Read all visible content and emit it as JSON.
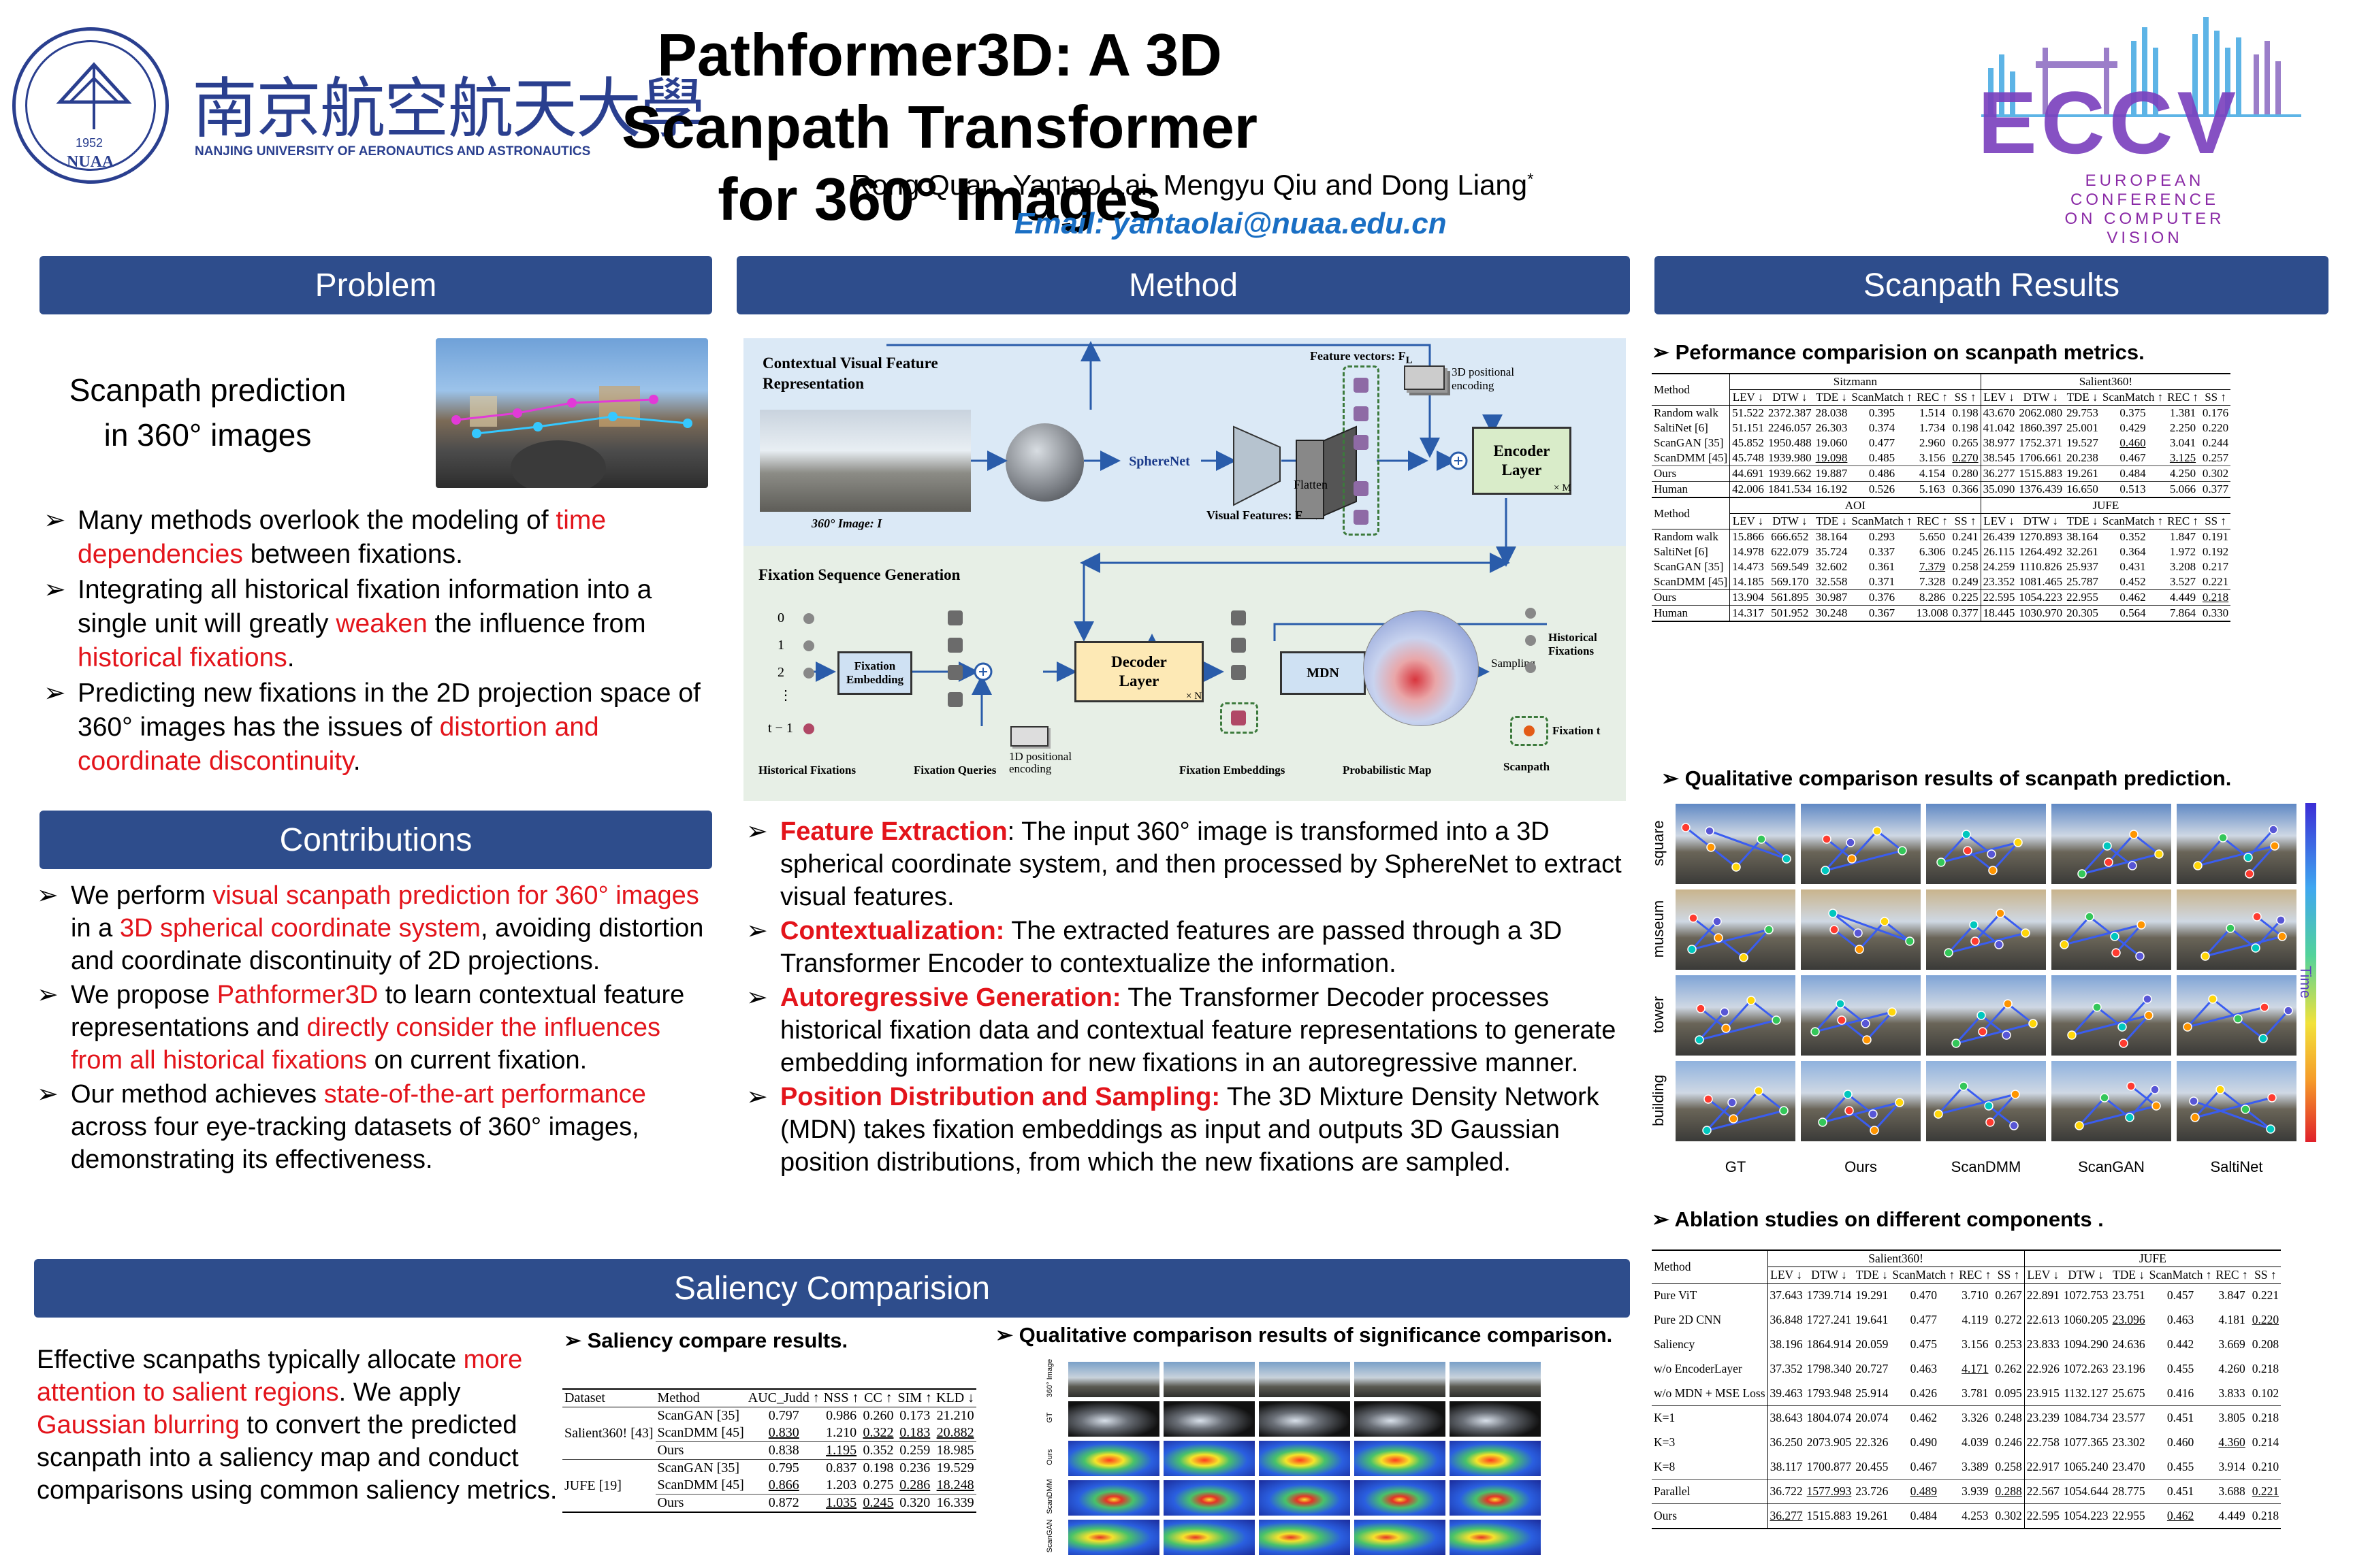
{
  "header": {
    "title_line1": "Pathformer3D: A 3D Scanpath Transformer",
    "title_line2": "for 360° Images",
    "authors": "Rong Quan, Yantao Lai, Mengyu Qiu and Dong Liang",
    "authors_mark": "*",
    "email": "Email: yantaolai@nuaa.edu.cn",
    "university_cn": "南京航空航天大學",
    "university_en": "NANJING UNIVERSITY OF AERONAUTICS AND ASTRONAUTICS",
    "seal_text": "NUAA",
    "seal_year": "1952",
    "eccv_logo": "ECCV",
    "eccv_line1": "EUROPEAN",
    "eccv_line2": "CONFERENCE",
    "eccv_line3": "ON COMPUTER",
    "eccv_line4": "VISION"
  },
  "sections": {
    "problem": "Problem",
    "method": "Method",
    "results": "Scanpath Results",
    "contributions": "Contributions",
    "saliency": "Saliency Comparision"
  },
  "problem": {
    "caption1": "Scanpath prediction",
    "caption2": "in 360° images",
    "b1_pre": "Many methods overlook the modeling of ",
    "b1_red": "time dependencies",
    "b1_post": " between fixations.",
    "b2_pre": "Integrating all historical fixation information into a single unit will greatly ",
    "b2_red1": "weaken",
    "b2_mid": " the influence from ",
    "b2_red2": "historical fixations",
    "b2_post": ".",
    "b3_pre": "Predicting new fixations in the 2D projection space of 360° images has the issues of ",
    "b3_red": "distortion and coordinate discontinuity",
    "b3_post": "."
  },
  "contributions": {
    "c1_pre": "We perform ",
    "c1_red1": "visual scanpath prediction for 360° images",
    "c1_mid": " in a ",
    "c1_red2": "3D spherical coordinate system",
    "c1_post": ", avoiding distortion and coordinate discontinuity of 2D projections.",
    "c2_pre": "We propose ",
    "c2_red1": "Pathformer3D",
    "c2_mid": " to learn contextual feature representations and ",
    "c2_red2": "directly consider the influences from all historical fixations",
    "c2_post": " on current fixation.",
    "c3_pre": "Our method achieves ",
    "c3_red": "state-of-the-art performance",
    "c3_post": " across four eye-tracking datasets of 360° images, demonstrating its effectiveness."
  },
  "method": {
    "diagram": {
      "cvfr_title1": "Contextual Visual Feature",
      "cvfr_title2": "Representation",
      "image_label": "360° Image: I",
      "spherenet": "SphereNet",
      "flatten": "Flatten",
      "visual_features": "Visual Features: F",
      "feature_vectors": "Feature vectors: F",
      "feature_vectors_sub": "L",
      "pos3d1": "3D positional",
      "pos3d2": "encoding",
      "encoder1": "Encoder",
      "encoder2": "Layer",
      "times_m": "× M",
      "fsg_title": "Fixation Sequence Generation",
      "idx0": "0",
      "idx1": "1",
      "idx2": "2",
      "idx_dots": "⋮",
      "idx_t1": "t − 1",
      "fix_emb1": "Fixation",
      "fix_emb2": "Embedding",
      "decoder1": "Decoder",
      "decoder2": "Layer",
      "times_n": "× N",
      "mdn": "MDN",
      "sampling": "Sampling",
      "pos1d1": "1D positional",
      "pos1d2": "encoding",
      "hist_fix1": "Historical",
      "hist_fix2": "Fixations",
      "fixation_t": "Fixation  t",
      "cap_hist": "Historical Fixations",
      "cap_queries": "Fixation Queries",
      "cap_emb": "Fixation Embeddings",
      "cap_prob": "Probabilistic Map",
      "cap_scan": "Scanpath"
    },
    "items": [
      {
        "head": "Feature Extraction",
        "sep": ": ",
        "text": "The input 360° image is transformed into a 3D spherical coordinate system, and then processed by SphereNet to extract visual features."
      },
      {
        "head": "Contextualization:",
        "sep": " ",
        "text": "The extracted features are passed through a 3D Transformer Encoder to contextualize the information."
      },
      {
        "head": "Autoregressive Generation:",
        "sep": " ",
        "text": "The Transformer Decoder processes historical fixation data and contextual feature representations to generate embedding information for new fixations in an autoregressive manner."
      },
      {
        "head": "Position Distribution and Sampling:",
        "sep": " ",
        "text": "The 3D Mixture Density Network (MDN) takes fixation embeddings as input and outputs 3D Gaussian position distributions, from which the new fixations are sampled."
      }
    ]
  },
  "results": {
    "perf_title": "Peformance comparision on scanpath metrics.",
    "qual_title": "Qualitative comparison results of scanpath prediction.",
    "ablation_title": "Ablation studies on different components .",
    "metric_headers": [
      "LEV ↓",
      "DTW ↓",
      "TDE ↓",
      "ScanMatch ↑",
      "REC ↑",
      "SS ↑"
    ],
    "method_label": "Method",
    "perf_table": {
      "blocks": [
        {
          "ds_left": "Sitzmann",
          "ds_right": "Salient360!",
          "rows": [
            {
              "m": "Random walk",
              "v": [
                "51.522",
                "2372.387",
                "28.038",
                "0.395",
                "1.514",
                "0.198",
                "43.670",
                "2062.080",
                "29.753",
                "0.375",
                "1.381",
                "0.176"
              ]
            },
            {
              "m": "SaltiNet [6]",
              "v": [
                "51.151",
                "2246.057",
                "26.303",
                "0.374",
                "1.734",
                "0.198",
                "41.042",
                "1860.397",
                "25.001",
                "0.429",
                "2.250",
                "0.220"
              ]
            },
            {
              "m": "ScanGAN [35]",
              "v": [
                "45.852",
                "1950.488",
                "19.060",
                "0.477",
                "2.960",
                "0.265",
                "38.977",
                "1752.371",
                "19.527",
                "0.460",
                "3.041",
                "0.244"
              ]
            },
            {
              "m": "ScanDMM [45]",
              "v": [
                "45.748",
                "1939.980",
                "19.098",
                "0.485",
                "3.156",
                "0.270",
                "38.545",
                "1706.661",
                "20.238",
                "0.467",
                "3.125",
                "0.257"
              ]
            },
            {
              "m": "Ours",
              "v": [
                "44.691",
                "1939.662",
                "19.887",
                "0.486",
                "4.154",
                "0.280",
                "36.277",
                "1515.883",
                "19.261",
                "0.484",
                "4.250",
                "0.302"
              ]
            },
            {
              "m": "Human",
              "v": [
                "42.006",
                "1841.534",
                "16.192",
                "0.526",
                "5.163",
                "0.366",
                "35.090",
                "1376.439",
                "16.650",
                "0.513",
                "5.066",
                "0.377"
              ]
            }
          ],
          "bold": {
            "2": [
              2
            ],
            "4": [
              0,
              1,
              3,
              4,
              5,
              6,
              7,
              8,
              9,
              10,
              11
            ]
          },
          "under": {
            "2": [
              9
            ],
            "3": [
              2,
              5,
              10
            ]
          }
        },
        {
          "ds_left": "AOI",
          "ds_right": "JUFE",
          "rows": [
            {
              "m": "Random walk",
              "v": [
                "15.866",
                "666.652",
                "38.164",
                "0.293",
                "5.650",
                "0.241",
                "26.439",
                "1270.893",
                "38.164",
                "0.352",
                "1.847",
                "0.191"
              ]
            },
            {
              "m": "SaltiNet [6]",
              "v": [
                "14.978",
                "622.079",
                "35.724",
                "0.337",
                "6.306",
                "0.245",
                "26.115",
                "1264.492",
                "32.261",
                "0.364",
                "1.972",
                "0.192"
              ]
            },
            {
              "m": "ScanGAN [35]",
              "v": [
                "14.473",
                "569.549",
                "32.602",
                "0.361",
                "7.379",
                "0.258",
                "24.259",
                "1110.826",
                "25.937",
                "0.431",
                "3.208",
                "0.217"
              ]
            },
            {
              "m": "ScanDMM [45]",
              "v": [
                "14.185",
                "569.170",
                "32.558",
                "0.371",
                "7.328",
                "0.249",
                "23.352",
                "1081.465",
                "25.787",
                "0.452",
                "3.527",
                "0.221"
              ]
            },
            {
              "m": "Ours",
              "v": [
                "13.904",
                "561.895",
                "30.987",
                "0.376",
                "8.286",
                "0.225",
                "22.595",
                "1054.223",
                "22.955",
                "0.462",
                "4.449",
                "0.218"
              ]
            },
            {
              "m": "Human",
              "v": [
                "14.317",
                "501.952",
                "30.248",
                "0.367",
                "13.008",
                "0.377",
                "18.445",
                "1030.970",
                "20.305",
                "0.564",
                "7.864",
                "0.330"
              ]
            }
          ],
          "bold": {
            "2": [
              5
            ],
            "3": [
              11
            ],
            "4": [
              0,
              1,
              2,
              3,
              4,
              6,
              7,
              8,
              9,
              10
            ]
          },
          "under": {
            "2": [
              4
            ],
            "4": [
              11
            ]
          }
        }
      ]
    },
    "qual_rows": [
      "square",
      "museum",
      "tower",
      "building"
    ],
    "qual_cols": [
      "GT",
      "Ours",
      "ScanDMM",
      "ScanGAN",
      "SaltiNet"
    ],
    "time_label": "Time",
    "ablation": {
      "ds_left": "Salient360!",
      "ds_right": "JUFE",
      "rows": [
        {
          "m": "Pure ViT",
          "v": [
            "37.643",
            "1739.714",
            "19.291",
            "0.470",
            "3.710",
            "0.267",
            "22.891",
            "1072.753",
            "23.751",
            "0.457",
            "3.847",
            "0.221"
          ]
        },
        {
          "m": "Pure 2D CNN",
          "v": [
            "36.848",
            "1727.241",
            "19.641",
            "0.477",
            "4.119",
            "0.272",
            "22.613",
            "1060.205",
            "23.096",
            "0.463",
            "4.181",
            "0.220"
          ]
        },
        {
          "m": "Saliency",
          "v": [
            "38.196",
            "1864.914",
            "20.059",
            "0.475",
            "3.156",
            "0.253",
            "23.833",
            "1094.290",
            "24.636",
            "0.442",
            "3.669",
            "0.208"
          ]
        },
        {
          "m": "w/o EncoderLayer",
          "v": [
            "37.352",
            "1798.340",
            "20.727",
            "0.463",
            "4.171",
            "0.262",
            "22.926",
            "1072.263",
            "23.196",
            "0.455",
            "4.260",
            "0.218"
          ]
        },
        {
          "m": "w/o MDN + MSE Loss",
          "v": [
            "39.463",
            "1793.948",
            "25.914",
            "0.426",
            "3.781",
            "0.095",
            "23.915",
            "1132.127",
            "25.675",
            "0.416",
            "3.833",
            "0.102"
          ]
        },
        {
          "m": "K=1",
          "v": [
            "38.643",
            "1804.074",
            "20.074",
            "0.462",
            "3.326",
            "0.248",
            "23.239",
            "1084.734",
            "23.577",
            "0.451",
            "3.805",
            "0.218"
          ]
        },
        {
          "m": "K=3",
          "v": [
            "36.250",
            "2073.905",
            "22.326",
            "0.490",
            "4.039",
            "0.246",
            "22.758",
            "1077.365",
            "23.302",
            "0.460",
            "4.360",
            "0.214"
          ]
        },
        {
          "m": "K=8",
          "v": [
            "38.117",
            "1700.877",
            "20.455",
            "0.467",
            "3.389",
            "0.258",
            "22.917",
            "1065.240",
            "23.470",
            "0.455",
            "3.914",
            "0.210"
          ]
        },
        {
          "m": "Parallel",
          "v": [
            "36.722",
            "1577.993",
            "23.726",
            "0.489",
            "3.939",
            "0.288",
            "22.567",
            "1054.644",
            "28.775",
            "0.451",
            "3.688",
            "0.221"
          ]
        },
        {
          "m": "Ours",
          "v": [
            "36.277",
            "1515.883",
            "19.261",
            "0.484",
            "4.253",
            "0.302",
            "22.595",
            "1054.223",
            "22.955",
            "0.462",
            "4.449",
            "0.218"
          ]
        }
      ],
      "bold": {
        "0": [
          11
        ],
        "1": [
          9
        ],
        "6": [
          0,
          3
        ],
        "8": [
          6
        ],
        "9": [
          1,
          2,
          4,
          5,
          7,
          8
        ]
      },
      "under": {
        "1": [
          8,
          11
        ],
        "3": [
          4
        ],
        "6": [
          10
        ],
        "8": [
          1,
          3,
          5,
          11
        ],
        "9": [
          0,
          9
        ]
      }
    }
  },
  "saliency": {
    "text_pre": "Effective scanpaths typically allocate ",
    "text_red1": "more attention to salient regions",
    "text_mid": ". We apply ",
    "text_red2": "Gaussian blurring",
    "text_post": " to convert the predicted scanpath into a saliency map and conduct comparisons using common saliency metrics.",
    "table_title": "Saliency compare results.",
    "qual_title": "Qualitative comparison results of significance comparison.",
    "table": {
      "headers": [
        "Dataset",
        "Method",
        "AUC_Judd ↑",
        "NSS ↑",
        "CC ↑",
        "SIM ↑",
        "KLD ↓"
      ],
      "groups": [
        {
          "dataset": "Salient360! [43]",
          "rows": [
            {
              "m": "ScanGAN [35]",
              "v": [
                "0.797",
                "0.986",
                "0.260",
                "0.173",
                "21.210"
              ]
            },
            {
              "m": "ScanDMM [45]",
              "v": [
                "0.830",
                "1.210",
                "0.322",
                "0.183",
                "20.882"
              ]
            },
            {
              "m": "Ours",
              "v": [
                "0.838",
                "1.195",
                "0.352",
                "0.259",
                "18.985"
              ]
            }
          ],
          "bold": {
            "1": [
              1
            ],
            "2": [
              0,
              2,
              3,
              4
            ]
          },
          "under": {
            "1": [
              0,
              2,
              3,
              4
            ],
            "2": [
              1
            ]
          }
        },
        {
          "dataset": "JUFE [19]",
          "rows": [
            {
              "m": "ScanGAN [35]",
              "v": [
                "0.795",
                "0.837",
                "0.198",
                "0.236",
                "19.529"
              ]
            },
            {
              "m": "ScanDMM [45]",
              "v": [
                "0.866",
                "1.203",
                "0.275",
                "0.286",
                "18.248"
              ]
            },
            {
              "m": "Ours",
              "v": [
                "0.872",
                "1.035",
                "0.245",
                "0.320",
                "16.339"
              ]
            }
          ],
          "bold": {
            "1": [
              1,
              2
            ],
            "2": [
              0,
              3,
              4
            ]
          },
          "under": {
            "1": [
              0,
              3,
              4
            ],
            "2": [
              1,
              2
            ]
          }
        }
      ]
    },
    "sal_rows": [
      "360° Image",
      "GT",
      "Ours",
      "ScanDMM",
      "ScanGAN"
    ]
  }
}
